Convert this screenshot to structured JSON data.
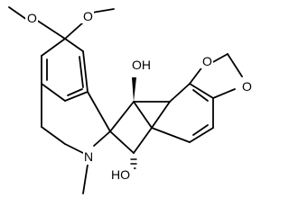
{
  "molecule": {
    "labels": {
      "methoxy_o_left": "O",
      "methoxy_o_right": "O",
      "nitrogen": "N",
      "hydroxyl_top": "OH",
      "hydroxyl_bottom": "HO",
      "dioxole_o_top": "O",
      "dioxole_o_right": "O"
    },
    "colors": {
      "bond": "#000000",
      "text": "#000000",
      "background": "#ffffff"
    }
  }
}
